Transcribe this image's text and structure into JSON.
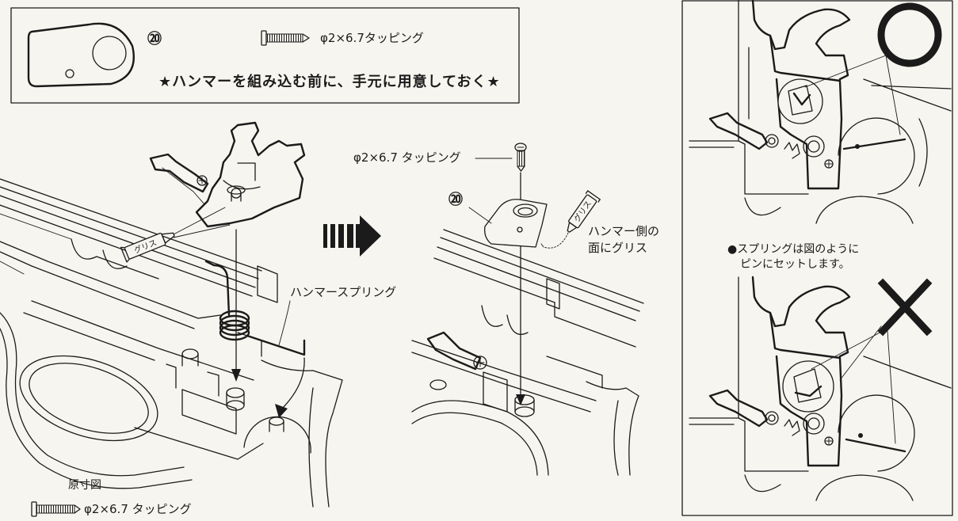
{
  "parts_box": {
    "part_number": "⑳",
    "screw_label": "φ2×6.7タッピング",
    "note": "★ハンマーを組み込む前に、手元に用意しておく★"
  },
  "step1": {
    "grease_label": "グリス",
    "spring_label": "ハンマースプリング"
  },
  "step2": {
    "screw_label": "φ2×6.7 タッピング",
    "part_number": "⑳",
    "grease_label": "グリス",
    "grease_note": [
      "ハンマー側の",
      "面にグリス"
    ]
  },
  "actual_size": {
    "title": "原寸図",
    "screw_label": "φ2×6.7 タッピング"
  },
  "spring_check": {
    "note": [
      "●スプリングは図のように",
      "ピンにセットします。"
    ]
  },
  "icons": {
    "plate": "hammer-plate-part-icon",
    "screw": "tapping-screw-icon",
    "step_arrow": "next-step-arrow-icon",
    "grease_tube": "grease-tube-icon",
    "correct": "correct-circle-mark-icon",
    "incorrect": "incorrect-cross-mark-icon"
  },
  "colors": {
    "ink": "#1b1b1b",
    "paper": "#f7f5ef"
  }
}
